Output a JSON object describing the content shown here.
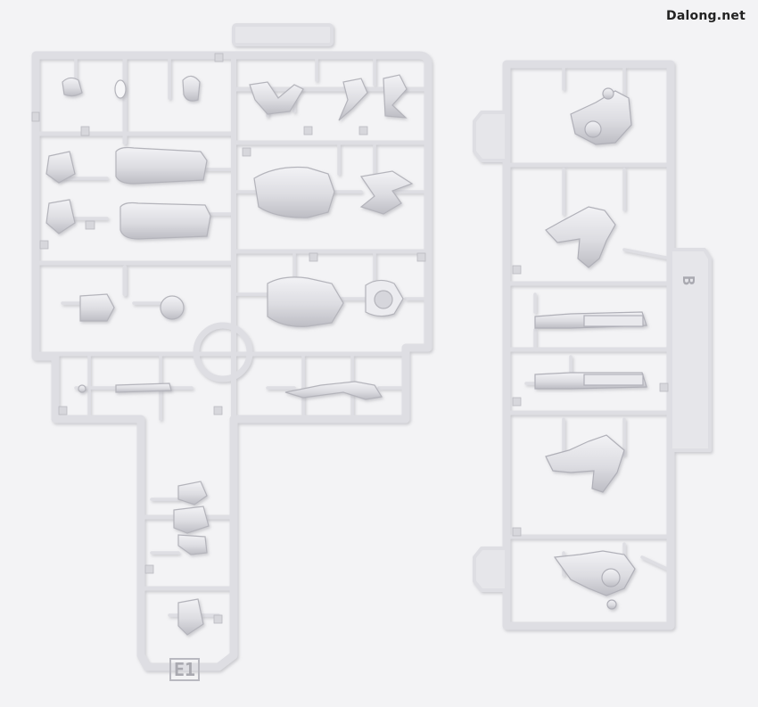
{
  "watermark": {
    "text": "Dalong.net"
  },
  "labels": {
    "left_runner": "E1",
    "right_runner": "B"
  },
  "colors": {
    "background": "#f3f3f5",
    "plastic": "#e4e4e8",
    "plastic_edge": "#c9c9cf",
    "plastic_shadow": "#b6b6bd"
  }
}
